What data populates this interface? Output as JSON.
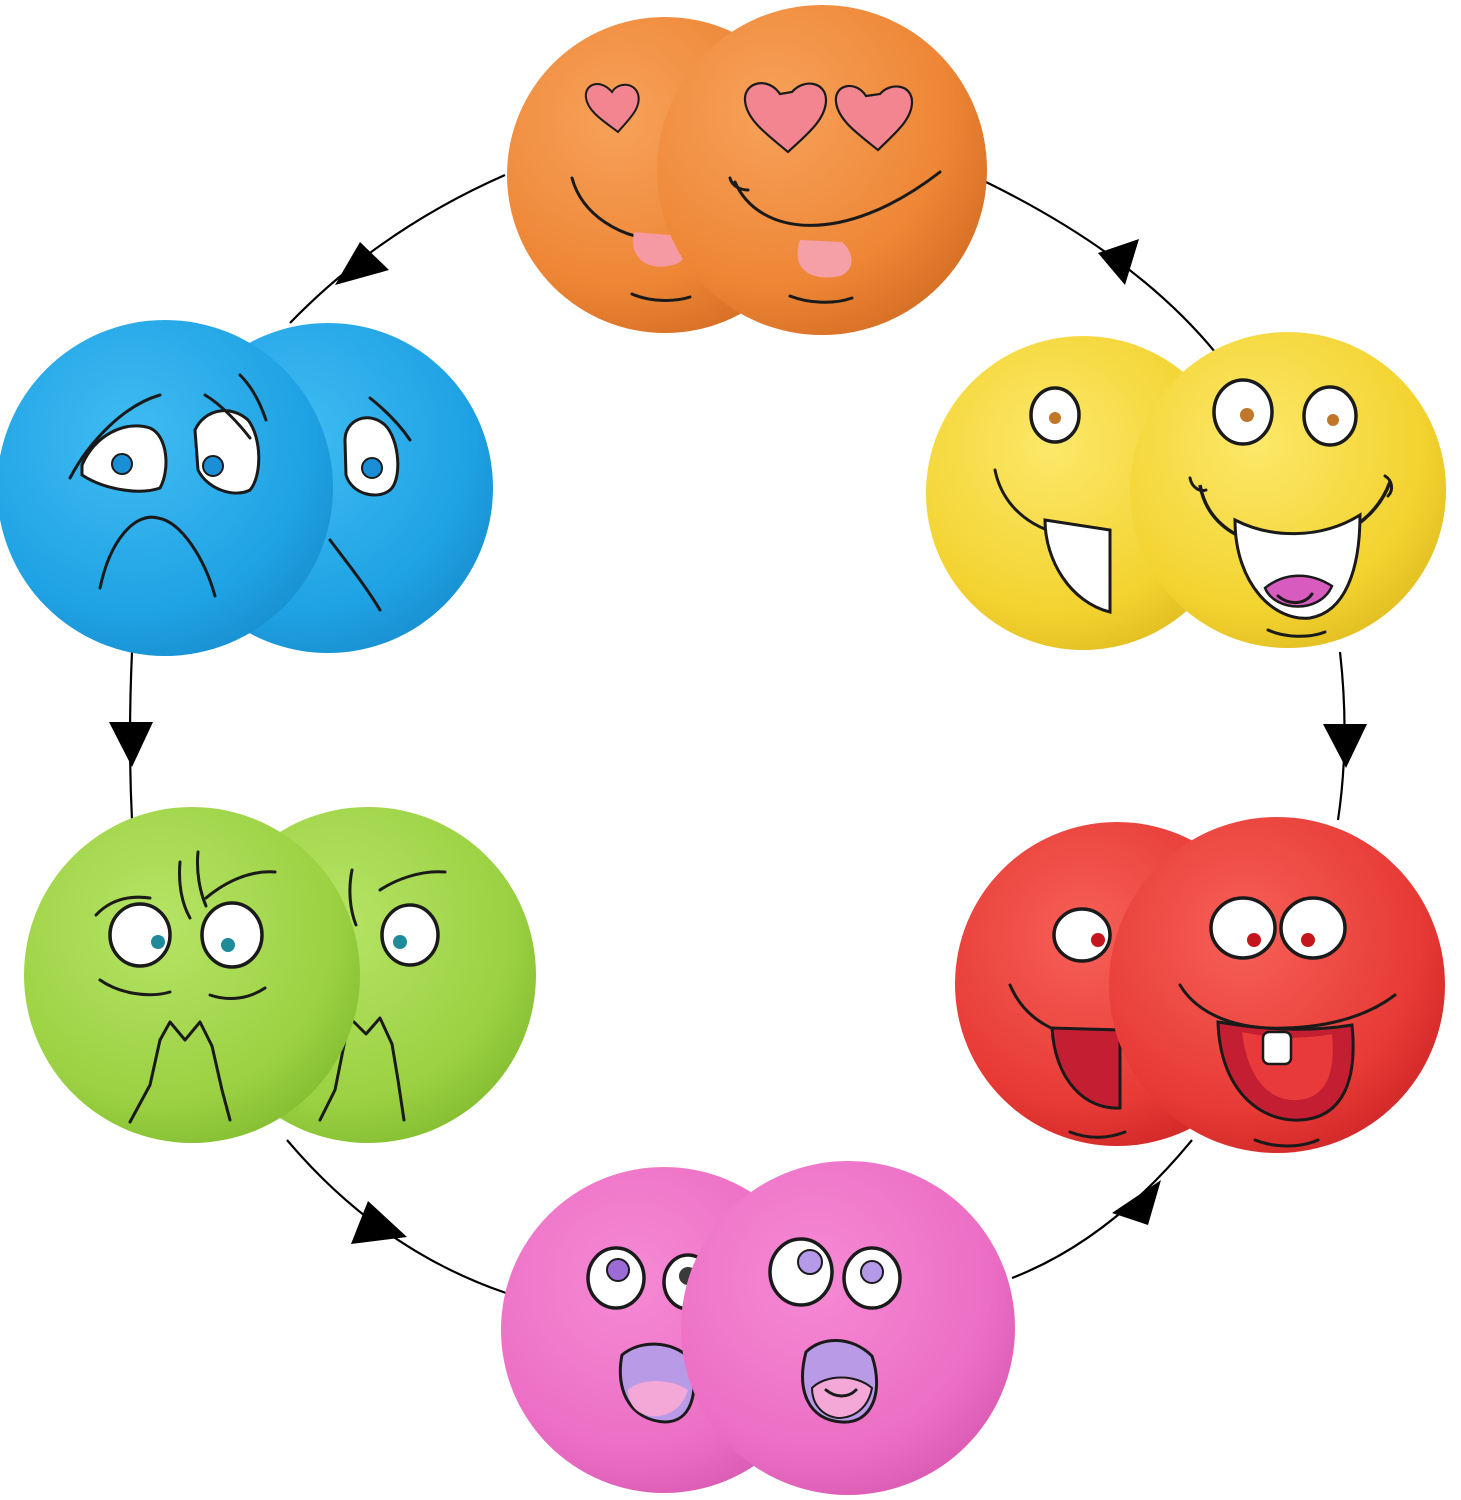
{
  "diagram": {
    "type": "cycle",
    "nodes": [
      {
        "id": "love",
        "expression": "heart-eyes",
        "color": "#F0883A"
      },
      {
        "id": "happy",
        "expression": "big-grin",
        "color": "#F6D83A"
      },
      {
        "id": "silly",
        "expression": "toothy-grin",
        "color": "#E83A3A"
      },
      {
        "id": "surprised",
        "expression": "gasp",
        "color": "#EE72C6"
      },
      {
        "id": "angry",
        "expression": "grimace",
        "color": "#9ED446"
      },
      {
        "id": "sad",
        "expression": "frown",
        "color": "#22A3E6"
      }
    ],
    "edges": [
      {
        "from": "love",
        "to": "happy"
      },
      {
        "from": "happy",
        "to": "silly"
      },
      {
        "from": "silly",
        "to": "surprised"
      },
      {
        "from": "surprised",
        "to": "angry"
      },
      {
        "from": "angry",
        "to": "sad"
      },
      {
        "from": "sad",
        "to": "love"
      }
    ],
    "arrow_color": "#000000",
    "background": "#ffffff"
  }
}
